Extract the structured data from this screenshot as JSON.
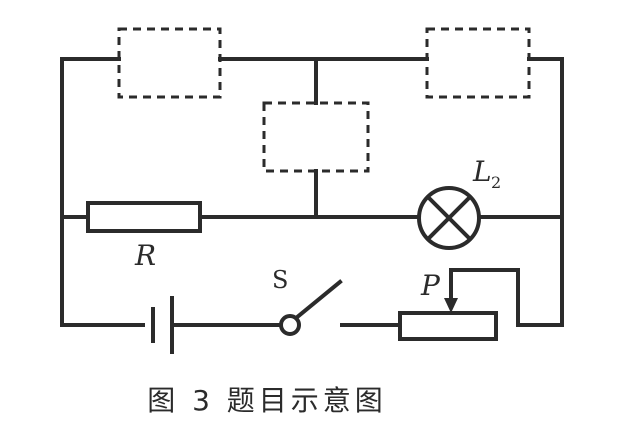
{
  "labels": {
    "resistor": "R",
    "switch": "S",
    "slider": "P",
    "lamp": "L",
    "lamp_subscript": "2"
  },
  "caption": "图 3  题目示意图"
}
